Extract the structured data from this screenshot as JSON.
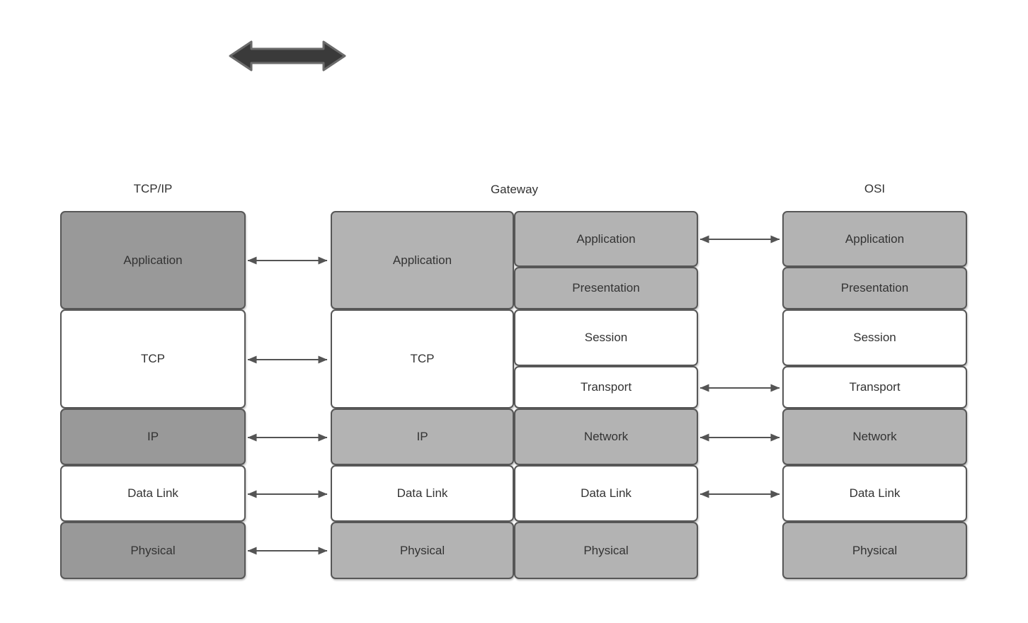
{
  "colors": {
    "dark_gray_fill": "#999999",
    "light_gray_fill": "#b3b3b3",
    "white_fill": "#ffffff",
    "box_border": "#575757",
    "text": "#333333",
    "connector": "#545454",
    "thick_arrow_fill": "#3a3a3a",
    "thick_arrow_stroke": "#6b6b6b"
  },
  "columns": {
    "tcpip": {
      "title": "TCP/IP",
      "layers": [
        {
          "label": "Application"
        },
        {
          "label": "TCP"
        },
        {
          "label": "IP"
        },
        {
          "label": "Data Link"
        },
        {
          "label": "Physical"
        }
      ]
    },
    "gateway": {
      "title": "Gateway",
      "left_stack": [
        {
          "label": "Application"
        },
        {
          "label": "TCP"
        },
        {
          "label": "IP"
        },
        {
          "label": "Data Link"
        },
        {
          "label": "Physical"
        }
      ],
      "right_stack": [
        {
          "label": "Application"
        },
        {
          "label": "Presentation"
        },
        {
          "label": "Session"
        },
        {
          "label": "Transport"
        },
        {
          "label": "Network"
        },
        {
          "label": "Data Link"
        },
        {
          "label": "Physical"
        }
      ]
    },
    "osi": {
      "title": "OSI",
      "layers": [
        {
          "label": "Application"
        },
        {
          "label": "Presentation"
        },
        {
          "label": "Session"
        },
        {
          "label": "Transport"
        },
        {
          "label": "Network"
        },
        {
          "label": "Data Link"
        },
        {
          "label": "Physical"
        }
      ]
    }
  },
  "connectors": {
    "tcpip_gateway": [
      "Application",
      "TCP",
      "IP",
      "Data Link",
      "Physical"
    ],
    "gateway_osi": [
      "Application",
      "Transport",
      "Network",
      "Data Link"
    ]
  }
}
